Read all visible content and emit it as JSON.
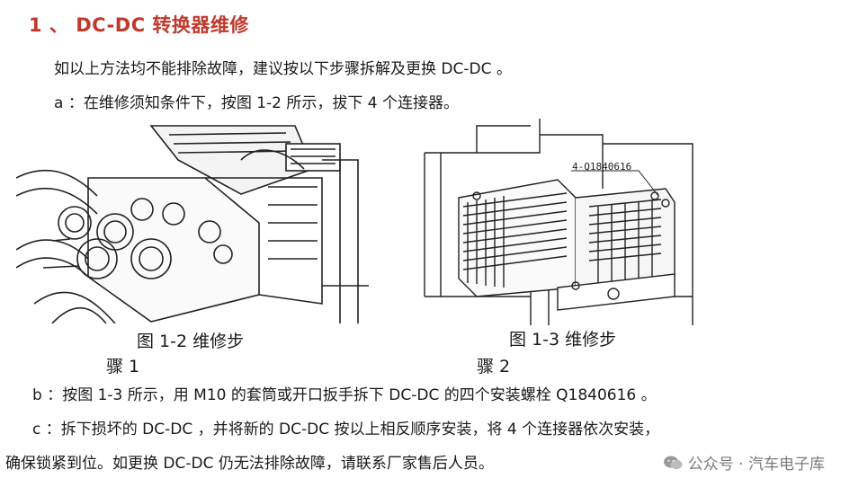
{
  "section_title": "1 、 DC-DC 转换器维修",
  "intro": "如以上方法均不能排除故障，建议按以下步骤拆解及更换 DC-DC 。",
  "step_a": "a ：在维修须知条件下，按图 1-2 所示，拔下 4 个连接器。",
  "figures": [
    {
      "caption_line1": "图 1-2   维修步",
      "caption_line2": "骤 1"
    },
    {
      "caption_line1": "图 1-3   维修步",
      "caption_line2": "骤 2",
      "callout": "4-Q1840616"
    }
  ],
  "step_b": "b ：按图 1-3 所示，用 M10 的套筒或开口扳手拆下 DC-DC 的四个安装螺栓 Q1840616 。",
  "step_c_line1": "c ：拆下损坏的 DC-DC ，并将新的 DC-DC 按以上相反顺序安装，将 4 个连接器依次安装，",
  "step_c_line2": "确保锁紧到位。如更换 DC-DC 仍无法排除故障，请联系厂家售后人员。",
  "watermark": "公众号 · 汽车电子库"
}
